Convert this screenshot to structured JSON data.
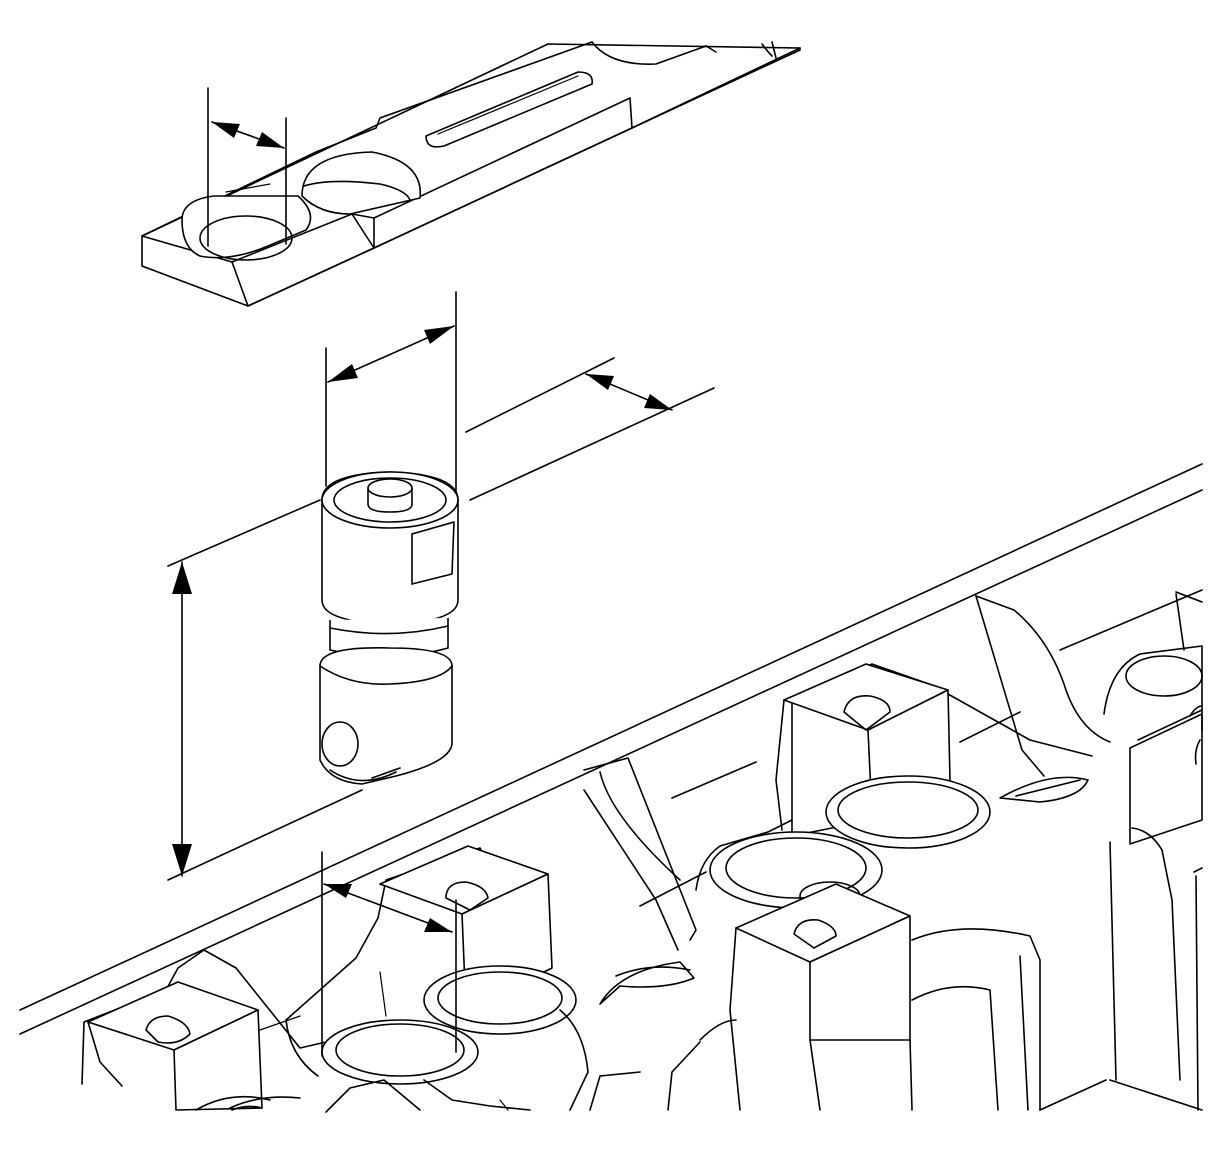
{
  "diagram": {
    "parts": [
      {
        "id": "roller-lifter-guide",
        "icon": "lifter-guide-bar-icon"
      },
      {
        "id": "hydraulic-roller-lifter",
        "icon": "roller-lifter-icon"
      },
      {
        "id": "cylinder-head-lifter-bores",
        "icon": "engine-block-icon"
      }
    ],
    "dimensions": [
      {
        "id": "guide-slot-width"
      },
      {
        "id": "lifter-body-diameter"
      },
      {
        "id": "lifter-flat-width"
      },
      {
        "id": "lifter-height"
      },
      {
        "id": "lifter-bore-diameter"
      }
    ],
    "colors": {
      "line": "#000000",
      "background": "#ffffff"
    }
  }
}
